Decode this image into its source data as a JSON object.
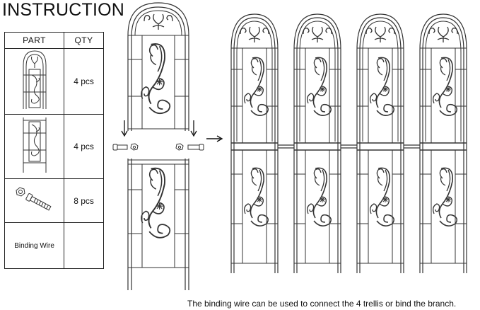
{
  "title": "INSTRUCTION",
  "table": {
    "headers": {
      "part": "PART",
      "qty": "QTY"
    },
    "rows": [
      {
        "part_icon": "trellis-top-panel-icon",
        "qty": "4 pcs"
      },
      {
        "part_icon": "trellis-bottom-panel-icon",
        "qty": "4 pcs"
      },
      {
        "part_icon": "bolt-and-nut-icon",
        "qty": "8 pcs"
      },
      {
        "part_label": "Binding Wire",
        "qty": ""
      }
    ]
  },
  "caption": "The binding wire can be used to connect the 4 trellis or bind the branch."
}
